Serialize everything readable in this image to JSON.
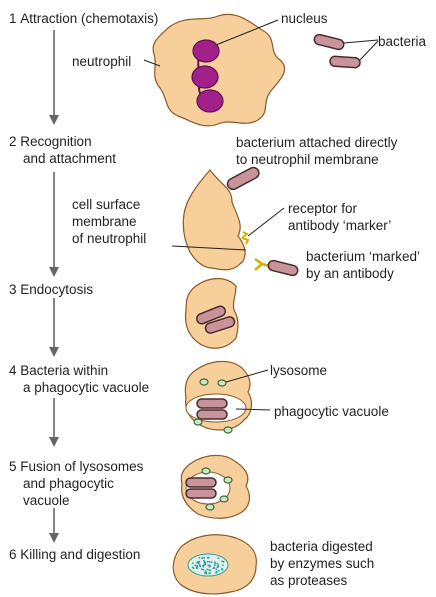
{
  "colors": {
    "cell_fill": "#f7cf9b",
    "cell_stroke": "#8a5a2b",
    "nucleus_fill": "#a2208a",
    "nucleus_stroke": "#5e1050",
    "bacterium_fill": "#c9939b",
    "bacterium_stroke": "#4a2b2b",
    "antibody": "#d4b000",
    "lysosome_fill": "#cfe7c4",
    "lysosome_stroke": "#3b6b3b",
    "vacuole_fill": "#ffffff",
    "digest_fill": "#dff2ea",
    "digest_dots": "#2e9aa0",
    "arrow": "#666666",
    "text": "#231f20"
  },
  "steps": {
    "s1": {
      "num": "1",
      "text": "Attraction (chemotaxis)"
    },
    "s2": {
      "num": "2",
      "line1": "Recognition",
      "line2": "and attachment"
    },
    "s3": {
      "num": "3",
      "text": "Endocytosis"
    },
    "s4": {
      "num": "4",
      "line1": "Bacteria within",
      "line2": "a phagocytic vacuole"
    },
    "s5": {
      "num": "5",
      "line1": "Fusion of lysosomes",
      "line2": "and phagocytic",
      "line3": "vacuole"
    },
    "s6": {
      "num": "6",
      "text": "Killing and digestion"
    }
  },
  "labels": {
    "nucleus": "nucleus",
    "bacteria": "bacteria",
    "neutrophil": "neutrophil",
    "attached_1": "bacterium attached directly",
    "attached_2": "to neutrophil membrane",
    "membrane_1": "cell surface",
    "membrane_2": "membrane",
    "membrane_3": "of neutrophil",
    "receptor_1": "receptor for",
    "receptor_2": "antibody ‘marker’",
    "marked_1": "bacterium ‘marked’",
    "marked_2": "by an antibody",
    "lysosome": "lysosome",
    "vacuole": "phagocytic vacuole",
    "digested_1": "bacteria digested",
    "digested_2": "by enzymes such",
    "digested_3": "as proteases"
  }
}
